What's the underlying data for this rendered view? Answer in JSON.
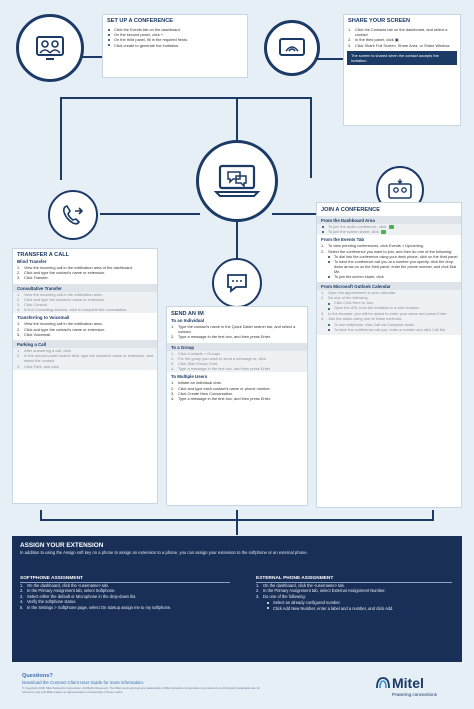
{
  "colors": {
    "navy": "#1b3a66",
    "dark_panel": "#1a2f57",
    "bg": "#e6eef6",
    "accent_green": "#4caf50",
    "link_blue": "#3a6fb0"
  },
  "icons": [
    "conference-people-icon",
    "screen-share-icon",
    "chat-laptop-icon",
    "phone-transfer-icon",
    "chat-bubble-icon",
    "join-conference-icon"
  ],
  "setup_conference": {
    "title": "SET UP A CONFERENCE",
    "steps": [
      "Click the Events tab on the dashboard.",
      "On the second panel, click +.",
      "On the third panel, fill in the required fields.",
      "Click create to generate the invitation."
    ]
  },
  "share_screen": {
    "title": "SHARE YOUR SCREEN",
    "steps": [
      "Click the Contacts tab on the dashboard, and select a contact.",
      "In the third panel, click",
      "Click Share Full Screen, Share Area, or Share Window."
    ],
    "note": "The screen is shared when the contact accepts the invitation."
  },
  "transfer": {
    "title": "TRANSFER A CALL",
    "blind": {
      "heading": "Blind Transfer",
      "steps": [
        "View the incoming call in the notification area of the dashboard.",
        "Click and type the contact's name or extension.",
        "Click Transfer."
      ]
    },
    "consultative": {
      "heading": "Consultative Transfer",
      "steps": [
        "View the incoming call in the notification area.",
        "Click and type the contact's name or extension.",
        "Click Consult.",
        "In the Consulting window, click to complete the consultation."
      ]
    },
    "voicemail": {
      "heading": "Transferring to Voicemail",
      "steps": [
        "View the incoming call in the notification area.",
        "Click and type the contact's name or extension.",
        "Click Voicemail."
      ]
    },
    "park": {
      "heading": "Parking a Call",
      "steps": [
        "After answering a call, click",
        "In the second panel search field, type the contact's name or extension, and select the contact.",
        "Click Park, and click"
      ]
    }
  },
  "im": {
    "title": "SEND AN IM",
    "individual": {
      "heading": "To an Individual",
      "steps": [
        "Type the contact's name in the Quick Dialer search bar, and select a contact.",
        "Type a message in the text box, and then press Enter."
      ]
    },
    "group": {
      "heading": "To a Group",
      "steps": [
        "Click Contacts > Groups.",
        "For the group you want to send a message to, click",
        "Click Start Group Chat.",
        "Type a message in the text box, and then press Enter."
      ]
    },
    "multiple": {
      "heading": "To Multiple Users",
      "steps": [
        "Initiate an individual chat.",
        "Click and type each contact's name or phone number.",
        "Click Create New Conversation.",
        "Type a message in the text box, and then press Enter."
      ]
    }
  },
  "join": {
    "title": "JOIN A CONFERENCE",
    "dashboard": {
      "heading": "From the Dashboard Area",
      "items": [
        "To join the audio conference, click",
        "To join the screen share, click"
      ]
    },
    "events": {
      "heading": "From the Events Tab",
      "steps": [
        "To view pending conferences, click Events > Upcoming.",
        "Select the conference you want to join, and then do one of the following:"
      ],
      "items": [
        "To dial into the conference using your desk phone, click on the third panel.",
        "To have the conference call you at a number you specify, click the drop-down arrow on on the third panel, enter the phone number, and click Dial Me.",
        "To join the screen share, click"
      ]
    },
    "outlook": {
      "heading": "From Microsoft Outlook Calendar",
      "steps": [
        "Open the appointment in your calendar.",
        "Do one of the following:",
        "In the browser, you will be asked to enter your name and press Enter.",
        "Join the audio using one of these methods:"
      ],
      "sub_a": [
        "Click Click Here to Join.",
        "Open the URL from the invitation in a web browser."
      ],
      "sub_b": [
        "To use softphone, click Call via Computer Audio.",
        "To have the conference call you, enter a number and click Call Me."
      ]
    }
  },
  "extension": {
    "title": "ASSIGN YOUR EXTENSION",
    "intro": "In addition to using the Assign soft key on a phone to assign an extension to a phone, you can assign your extension to the softphone or an external phone.",
    "softphone": {
      "heading": "SOFTPHONE ASSIGNMENT",
      "steps": [
        "On the dashboard, click the <username> tab.",
        "In the Primary Assignment tab, select Softphone.",
        "Select either the default or Microphone in the drop-down list.",
        "Verify the softphone status.",
        "In the Settings > Softphone page, select On startup assign me to my softphone."
      ]
    },
    "external": {
      "heading": "EXTERNAL PHONE ASSIGNMENT",
      "steps": [
        "On the dashboard, click the <username> tab.",
        "In the Primary Assignment tab, select External Assignment Number.",
        "Do one of the following:"
      ],
      "items": [
        "Select an already configured number.",
        "Click Add New Number, enter a label and a number, and click Add."
      ]
    }
  },
  "footer": {
    "questions": "Questions?",
    "download": "Download the Connect Client User Guide for more information.",
    "legal": "© Copyright 2018, Mitel Networks Corporation. All Rights Reserved. The Mitel word and logo are trademarks of Mitel Networks Corporation. Any reference to third party trademarks are for reference only and Mitel makes no representation of ownership of these marks.",
    "brand": "Mitel",
    "tagline": "Powering connections"
  }
}
